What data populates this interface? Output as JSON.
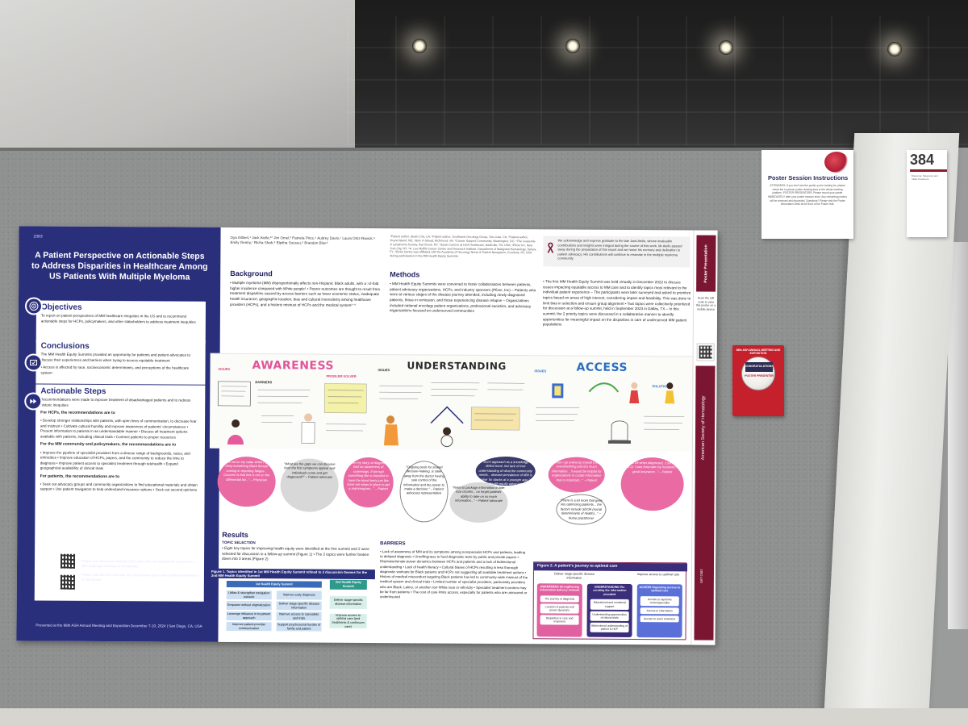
{
  "poster": {
    "id": "2383",
    "title": "A Patient Perspective on Actionable Steps to Address Disparities in Healthcare Among US Patients With Multiple Myeloma",
    "authors": "Oya Gilbert,¹ Jack Aiello,²* Jim Omel,³ Pamela Price,⁴ Audrey Davis,⁵ Laura Ortiz-Ravick,⁶ Emily Gentry,⁷ Richa Shah,⁸ Elpitha Sousou,⁸ Brandon Blue⁹",
    "affiliations": "¹Patient author, Studio City, CA; ²Patient author, Southwest Oncology Group, San Jose, CA; ³Patient author, Grand Island, NE; ⁴Bain in Gilead, Richmond, VA; ⁵Cancer Support Community, Washington, DC; ⁶The Leukemia & Lymphoma Society, Rye Brook, NY; ⁷Sarah Cannon at HCA Healthcare, Nashville, TN, USA; ⁸Pfizer Inc, New York City, NY; ⁹H. Lee Moffitt Cancer Center and Research Institute, Department of Malignant Hematology, Tampa, FL; *Emily Gentry was affiliated with the Academy of Oncology Nurse & Patient Navigators, Cranbury, NJ, USA during participation in the MM Health Equity Summits.",
    "acknowledgement": "We acknowledge and express gratitude to the late Jack Aiello, whose invaluable contributions and insights were integral during the course of this work. Mr Aiello passed away during the preparation of this report and we honor his memory and dedication to patient advocacy. His contributions will continue to resonate in the multiple myeloma community.",
    "objectives_head": "Objectives",
    "objectives_text": "To report on patient perspectives of MM healthcare inequities in the US and to recommend actionable steps for HCPs, policymakers, and other stakeholders to address treatment inequities",
    "conclusions_head": "Conclusions",
    "conclusions_text": "The MM Health Equity Summits provided an opportunity for patients and patient advocates to discuss their experiences and barriers when trying to access equitable treatment",
    "conclusions_bullet": "• Access is affected by race, socioeconomic determinants, and perceptions of the healthcare system",
    "actionable_head": "Actionable Steps",
    "actionable_text": "Recommendations were made to improve treatment of disadvantaged patients and to redress historic inequities",
    "hcp_head": "For HCPs, the recommendations are to",
    "hcp_items": "• Develop stronger relationships with patients, with open lines of communication, to decrease fear and mistrust • Cultivate cultural humility and improve awareness of patients' circumstances • Present information to patients in an understandable manner • Discuss all treatment options available with patients, including clinical trials • Connect patients to proper resources",
    "policy_head": "For the MM community and policymakers, the recommendations are to",
    "policy_items": "• Improve the pipeline of specialist providers from a diverse range of backgrounds, races, and ethnicities • Improve education of HCPs, payers, and the community to reduce the time to diagnosis • Improve patient access to specialist treatment through telehealth • Expand geographical availability of clinical trials",
    "patients_head": "For patients, the recommendations are to",
    "patients_items": "• Seek out advocacy groups and community organizations to find educational materials and obtain support • Use patient navigators to help understand insurance options • Seek out second opinions",
    "abstract_head": "Abstract Plain Language Summary",
    "abstract_text": "Please scan this quick response (QR) code with your smartphone app to view a plain-language summary of the abstract.",
    "supp_head": "Supplementary Materials",
    "supp_text": "Please scan this QR code with your smartphone app to view additional information for this poster.",
    "presented": "Presented at the 66th ASH Annual Meeting and Exposition December 7-10, 2024 | San Diego, CA, USA",
    "background_head": "Background",
    "background_text": "• Multiple myeloma (MM) disproportionally affects non-Hispanic Black adults, with a >2-fold higher incidence compared with White people¹ • Poorer outcomes are thought to result from treatment disparities caused by access barriers such as lower economic status, inadequate health insurance, geographic location, bias and cultural insensitivity among healthcare providers (HCPs), and a historic mistrust of HCPs and the medical system²⁻⁵",
    "methods_head": "Methods",
    "methods_text": "• MM Health Equity Summits were convened to foster collaborations between patients, patient advocacy organizations, HCPs, and industry sponsors (Pfizer, Inc) – Patients who were at various stages of the disease journey attended, including newly diagnosed patients, those in remission, and those experiencing disease relapse – Organizations included national oncology patient organizations, professional societies, and advocacy organizations focused on underserved communities",
    "methods2_text": "• The first MM Health Equity Summit was held virtually in December 2022 to discuss issues impacting equitable access to MM care and to identify topics most relevant to the individual patient experience – The participants were later surveyed and asked to prioritize topics based on areas of high interest, considering impact and feasibility. This was done to limit bias in selection and ensure group alignment • Two topics were collectively prioritized for discussion at a follow-up summit, held in September 2023 in Dallas, TX – In this summit, the 2 priority topics were discussed in a collaborative manner to identify opportunities for meaningful impact on the disparities in care of underserved MM patient populations",
    "illus_awareness": "AWARENESS",
    "illus_understanding": "UNDERSTANDING",
    "illus_access": "ACCESS",
    "illus_notes": {
      "issues": "ISSUES",
      "barriers": "BARRIERS",
      "problem_solver": "PROBLEM SOLVER",
      "all_stakeholders": "ALL STAKEHOLDERS",
      "solutions": "SOLUTIONS"
    },
    "quotes": [
      "\"MM is not on my radar when I see a thirty-something Black female coming in reporting fatigue... Concern is that this is not on the differential list...\" – Physician",
      "\"What are the gaps we can dissolve from the first symptoms appear and individuals come and get diagnosed?\" – Patient advocate",
      "\"From my story, at diagnosis I had no awareness of screenings. If we had something like a checklist to have the blood tests just like there are steps in place to get a mammogram...\" – Patient",
      "\"Ongoing push for shared decision-making, is steer away from the doctor having sole control of the information and the power to make a decision.\" – Patient advocacy representative",
      "\"Need to package information in bite-size chunks... no forget patients' ability to take on so much information...\" – Patient advocate",
      "\"Don't approach as a knowledge deficit issue, but lack of true understanding of what the community needs... disease prevalence of MM is higher for blacks at a younger age.\" – Health equity advocate",
      "\"When I go online by myself it was overwhelming and too much information... it would be helpful for organizations to curate information that is important...\" – Patient",
      "\"There is a lot more that goes into optimizing patients... the factors include SDOH (social determinants of health)...\" – Nurse practitioner",
      "\"I was 39 when diagnosed, 2 sons (18 and 2). I was fortunate my husband had good insurance...\" – Patient"
    ],
    "results_head": "Results",
    "results_sub": "TOPIC SELECTION",
    "results_text": "• Eight key topics for improving health equity were identified at the first summit and 2 were selected for discussion in a follow-up summit (Figure 1) • The 2 topics were further broken down into 3 areas (Figure 2)",
    "fig1_title": "Figure 1. Topics identified in 1st MM Health Equity Summit refined to 2 discussion themes for the 2nd MM Health Equity Summit",
    "fig1_col1": "1st Health Equity Summit",
    "fig1_col2": "2nd Health Equity Summit",
    "fig1_items": [
      "Utilize & strengthen navigation network",
      "Improve early diagnosis",
      "Empower without stigmatization",
      "Deliver stage-specific disease information",
      "Leverage influence in treatment approach",
      "Improve access to specialists and trials",
      "Improve patient-provider communication",
      "Support psychosocial burden of family and patient"
    ],
    "fig1_themes": [
      "Deliver stage-specific disease information",
      "Improve access to optimal care (and treatments & continuum care)"
    ],
    "barriers_head": "BARRIERS",
    "barriers_text": "• Lack of awareness of MM and its symptoms among nonspecialist HCPs and patients, leading to delayed diagnosis • Unwillingness to fund diagnostic tests by public and private payers • Disproportionate power dynamics between HCPs and patients and a lack of bidirectional understanding • Lack of health literacy • Cultural biases of HCPs resulting in less thorough diagnostic workups for Black patients and HCPs not suggesting all available treatment options • History of medical misconduct targeting Black patients has led to community-wide mistrust of the medical system and clinical trials • Limited number of specialist providers, particularly providers who are Black, Latino, or another non-White race or ethnicity • Specialist treatment centers may be far from patients • The cost of care limits access, especially for patients who are uninsured or underinsured",
    "fig2_title": "Figure 2. A patient's journey to optimal care",
    "fig2_label1": "Deliver stage-specific disease information",
    "fig2_label2": "Improve access to optimal care",
    "fig2_cols": [
      {
        "head": "AWARENESS Strengthening information delivery network",
        "items": [
          "The journey to diagnosis",
          "Location of patients and power dynamics",
          "Disparities in care and treatment"
        ]
      },
      {
        "head": "UNDERSTANDING Re-curating the information provided",
        "items": [
          "Educational and emotional support",
          "Understanding opportunities of clinical trials",
          "Bidirectional understanding of patient & HCP"
        ]
      },
      {
        "head": "ACCESS Improving access to optimal care",
        "items": [
          "Access to myeloma center/specialist",
          "Access to information",
          "Access to novel treatment"
        ]
      }
    ],
    "strip_scan": "Scan the QR code to view this poster on a mobile device",
    "strip_band": "American Society of Hematology",
    "strip_foot": "SAT-2383",
    "strip_logo": "Poster Presentation"
  },
  "board": {
    "instructions_title": "Poster Session Instructions",
    "instructions_text": "ATTENDEES: If you don't see the poster you're looking for, please check the in-person poster viewing area or the virtual meeting platform. POSTER PRESENTERS: Please mount your poster IMMEDIATELY after your poster session ends. Any remaining posters will be removed and discarded. Questions? Please visit the Poster Information Desk at the front of the Poster Hall.",
    "number": "384",
    "number_sub": "Myeloma: Diagnosis and Initial Treatment",
    "congrats_top": "66th ASH ANNUAL MEETING AND EXPOSITION",
    "badge_title": "CONGRATULATIONS",
    "badge_text": "POSTER PRESENTER"
  },
  "colors": {
    "poster_navy": "#2a2f7c",
    "ash_maroon": "#7a1632",
    "quote_pink": "#ea6aa4",
    "badge_red": "#c4212d"
  }
}
